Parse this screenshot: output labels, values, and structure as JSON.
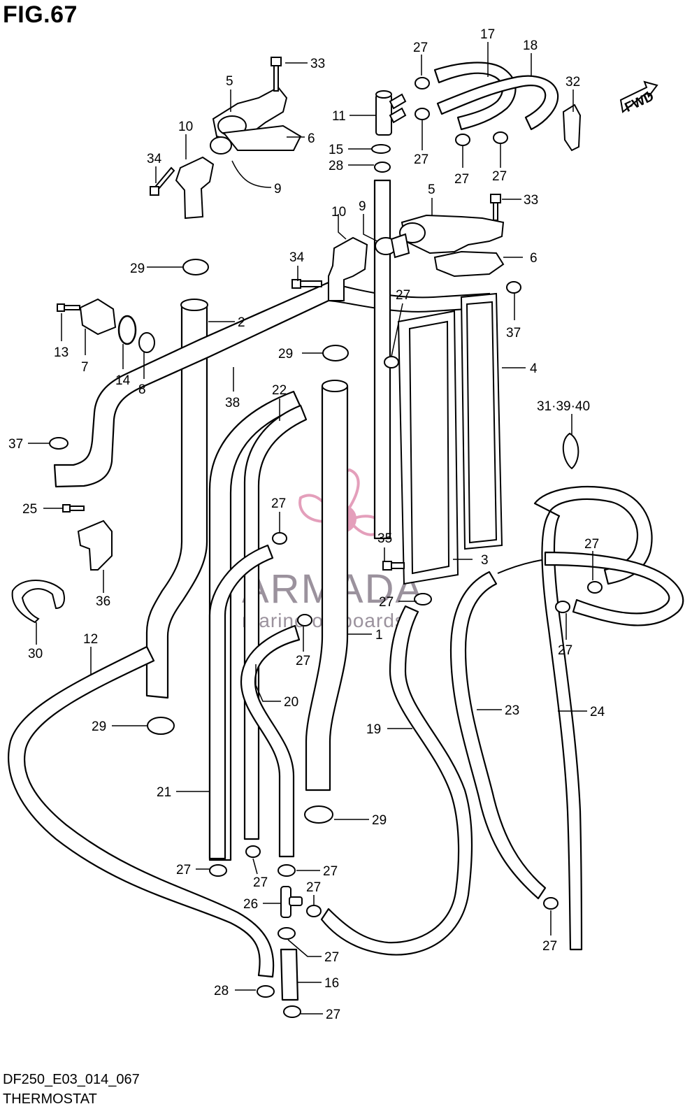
{
  "figure": {
    "title": "FIG.67",
    "code": "DF250_E03_014_067",
    "caption": "THERMOSTAT"
  },
  "watermark": {
    "brand": "ARMADA",
    "tagline": "marine outboards",
    "color": "#e08fb0",
    "text_color": "#8a7f8c"
  },
  "fwd_indicator": {
    "label": "FWD"
  },
  "callouts": [
    "33",
    "5",
    "10",
    "6",
    "34",
    "9",
    "27",
    "17",
    "18",
    "32",
    "11",
    "15",
    "28",
    "27",
    "27",
    "27",
    "5",
    "33",
    "9",
    "10",
    "6",
    "29",
    "34",
    "37",
    "13",
    "7",
    "14",
    "8",
    "2",
    "27",
    "4",
    "29",
    "38",
    "22",
    "37",
    "31·39·40",
    "25",
    "27",
    "35",
    "3",
    "36",
    "30",
    "27",
    "27",
    "12",
    "1",
    "27",
    "20",
    "27",
    "29",
    "23",
    "24",
    "19",
    "21",
    "29",
    "27",
    "27",
    "26",
    "27",
    "27",
    "27",
    "27",
    "28",
    "16",
    "27"
  ]
}
